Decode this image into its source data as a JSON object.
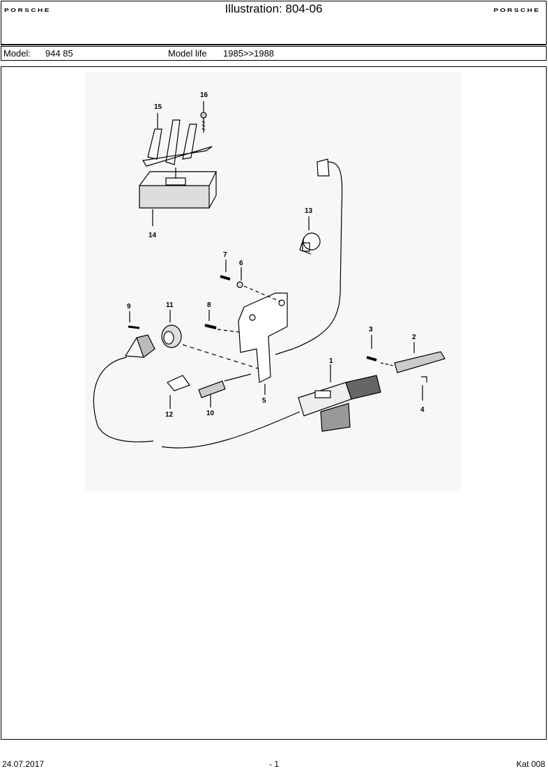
{
  "header": {
    "brand_left": "PORSCHE",
    "title": "Illustration: 804-06",
    "brand_right": "PORSCHE"
  },
  "model": {
    "model_label": "Model:",
    "model_value": "944 85",
    "life_label": "Model life",
    "life_value": "1985>>1988"
  },
  "diagram": {
    "callouts": [
      "1",
      "2",
      "3",
      "4",
      "5",
      "6",
      "7",
      "8",
      "9",
      "10",
      "11",
      "12",
      "13",
      "14",
      "15",
      "16"
    ]
  },
  "footer": {
    "date": "24.07.2017",
    "page": "- 1",
    "catalog": "Kat 008"
  }
}
